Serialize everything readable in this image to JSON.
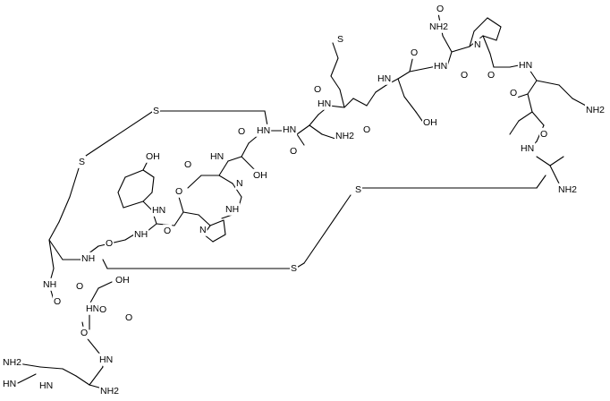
{
  "structure": {
    "labels": {
      "s1": "S",
      "s2": "S",
      "s3": "S",
      "s4": "S",
      "s5": "S",
      "oh_tyr": "OH",
      "oh_thr": "OH",
      "oh_ser": "OH",
      "oh_asp": "OH",
      "nh2_1": "NH2",
      "nh2_2": "NH2",
      "nh2_3": "NH2",
      "nh2_4": "NH2",
      "nh2_5": "NH2",
      "nh2_6": "NH2",
      "hn_arg": "HN",
      "hn_1": "HN",
      "hn_2": "HN",
      "hn_3": "HN",
      "nh_1": "NH",
      "nh_2": "NH",
      "nh_3": "NH",
      "hn_4": "HN",
      "hn_5": "HN",
      "hn_6": "HN",
      "hn_7": "HN",
      "hn_8": "HN",
      "hn_9": "HN",
      "hn_10": "HN",
      "hn_11": "HN",
      "hn_12": "HN",
      "n_pro1": "N",
      "n_pro2": "N",
      "n_imid1": "N",
      "nh_imid": "NH",
      "o_1": "O",
      "o_2": "O",
      "o_3": "O",
      "o_4": "O",
      "o_5": "O",
      "o_6": "O",
      "o_7": "O",
      "o_8": "O",
      "o_9": "O",
      "o_10": "O",
      "o_11": "O",
      "o_12": "O",
      "o_13": "O",
      "o_14": "O",
      "o_15": "O",
      "o_16": "O",
      "o_17": "O",
      "o_18": "O",
      "o_19": "O"
    }
  }
}
